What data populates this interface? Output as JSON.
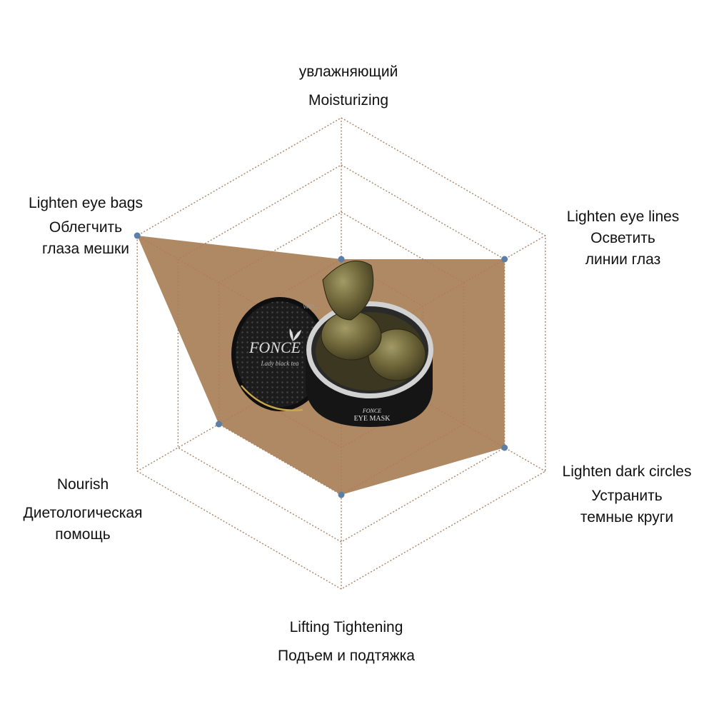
{
  "chart_data": {
    "type": "radar",
    "levels": 5,
    "max": 5,
    "colors": {
      "fill": "#a97f58",
      "grid": "#a9866a",
      "marker": "#5b7fa6",
      "jar_dark": "#171717",
      "jar_rim": "#c9c9c9",
      "patch": "#6d6438",
      "patch_light": "#a39a66",
      "accent_gold": "#c8a84a"
    },
    "axes": [
      {
        "key": "moist",
        "en": "Moisturizing",
        "ru": [
          "увлажняющий"
        ],
        "value": 2
      },
      {
        "key": "lines",
        "en": "Lighten eye lines",
        "ru": [
          "Осветить",
          "линии глаз"
        ],
        "value": 4
      },
      {
        "key": "circles",
        "en": "Lighten dark circles",
        "ru": [
          "Устранить",
          "темные круги"
        ],
        "value": 4
      },
      {
        "key": "lift",
        "en": "Lifting Tightening",
        "ru": [
          "Подъем и подтяжка"
        ],
        "value": 3
      },
      {
        "key": "nourish",
        "en": "Nourish",
        "ru": [
          "Диетологическая",
          "помощь"
        ],
        "value": 3
      },
      {
        "key": "bags",
        "en": "Lighten eye bags",
        "ru": [
          "Облегчить",
          "глаза мешки"
        ],
        "value": 5
      }
    ]
  },
  "product": {
    "brand": "FONCE",
    "tagline": "Lady black tea",
    "lid_text": "With...",
    "label": "EYE MASK"
  }
}
